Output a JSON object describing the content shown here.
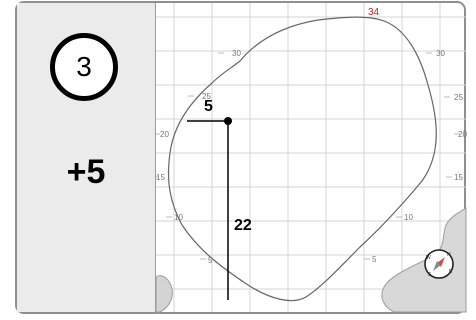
{
  "panel": {
    "hole_number": "3",
    "score_delta": "+5"
  },
  "map": {
    "peak_label": "34",
    "peak_color": "#cc2222",
    "contour_labels": [
      {
        "text": "30"
      },
      {
        "text": "30"
      },
      {
        "text": "25"
      },
      {
        "text": "25"
      },
      {
        "text": "20"
      },
      {
        "text": "20"
      },
      {
        "text": "15"
      },
      {
        "text": "15"
      },
      {
        "text": "10"
      },
      {
        "text": "10"
      },
      {
        "text": "5"
      },
      {
        "text": "5"
      }
    ],
    "horizontal_distance": "5",
    "vertical_distance": "22",
    "compass": {
      "north": "N",
      "south": "S",
      "east": "E",
      "west": "W"
    }
  }
}
